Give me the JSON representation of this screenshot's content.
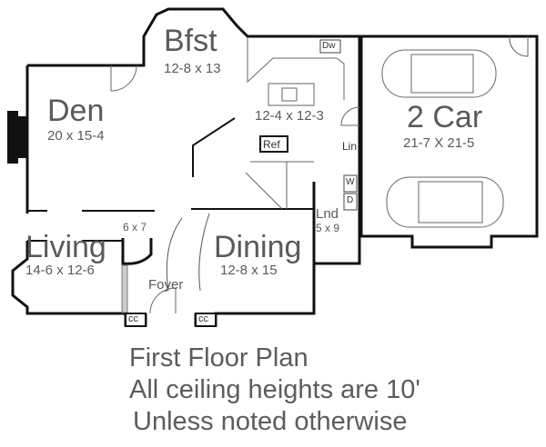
{
  "rooms": {
    "bfst": {
      "name": "Bfst",
      "size": "12-8 x 13"
    },
    "den": {
      "name": "Den",
      "size": "20 x 15-4"
    },
    "kitchen": {
      "size": "12-4 x 12-3"
    },
    "garage": {
      "name": "2 Car",
      "size": "21-7 X 21-5"
    },
    "living": {
      "name": "Living",
      "size": "14-6 x 12-6"
    },
    "dining": {
      "name": "Dining",
      "size": "12-8 x 15"
    },
    "foyer": {
      "name": "Foyer"
    },
    "laundry": {
      "name": "Lnd",
      "size": "5 x 9"
    },
    "powder": {
      "size": "6 x 7"
    }
  },
  "fixtures": {
    "ref": "Ref",
    "dw": "Dw",
    "lin": "Lin",
    "washer": "W",
    "dryer": "D",
    "closet_left": "cc",
    "closet_right": "cc"
  },
  "caption": {
    "line1": "First Floor Plan",
    "line2": "All ceiling heights are 10'",
    "line3": "Unless noted otherwise"
  }
}
